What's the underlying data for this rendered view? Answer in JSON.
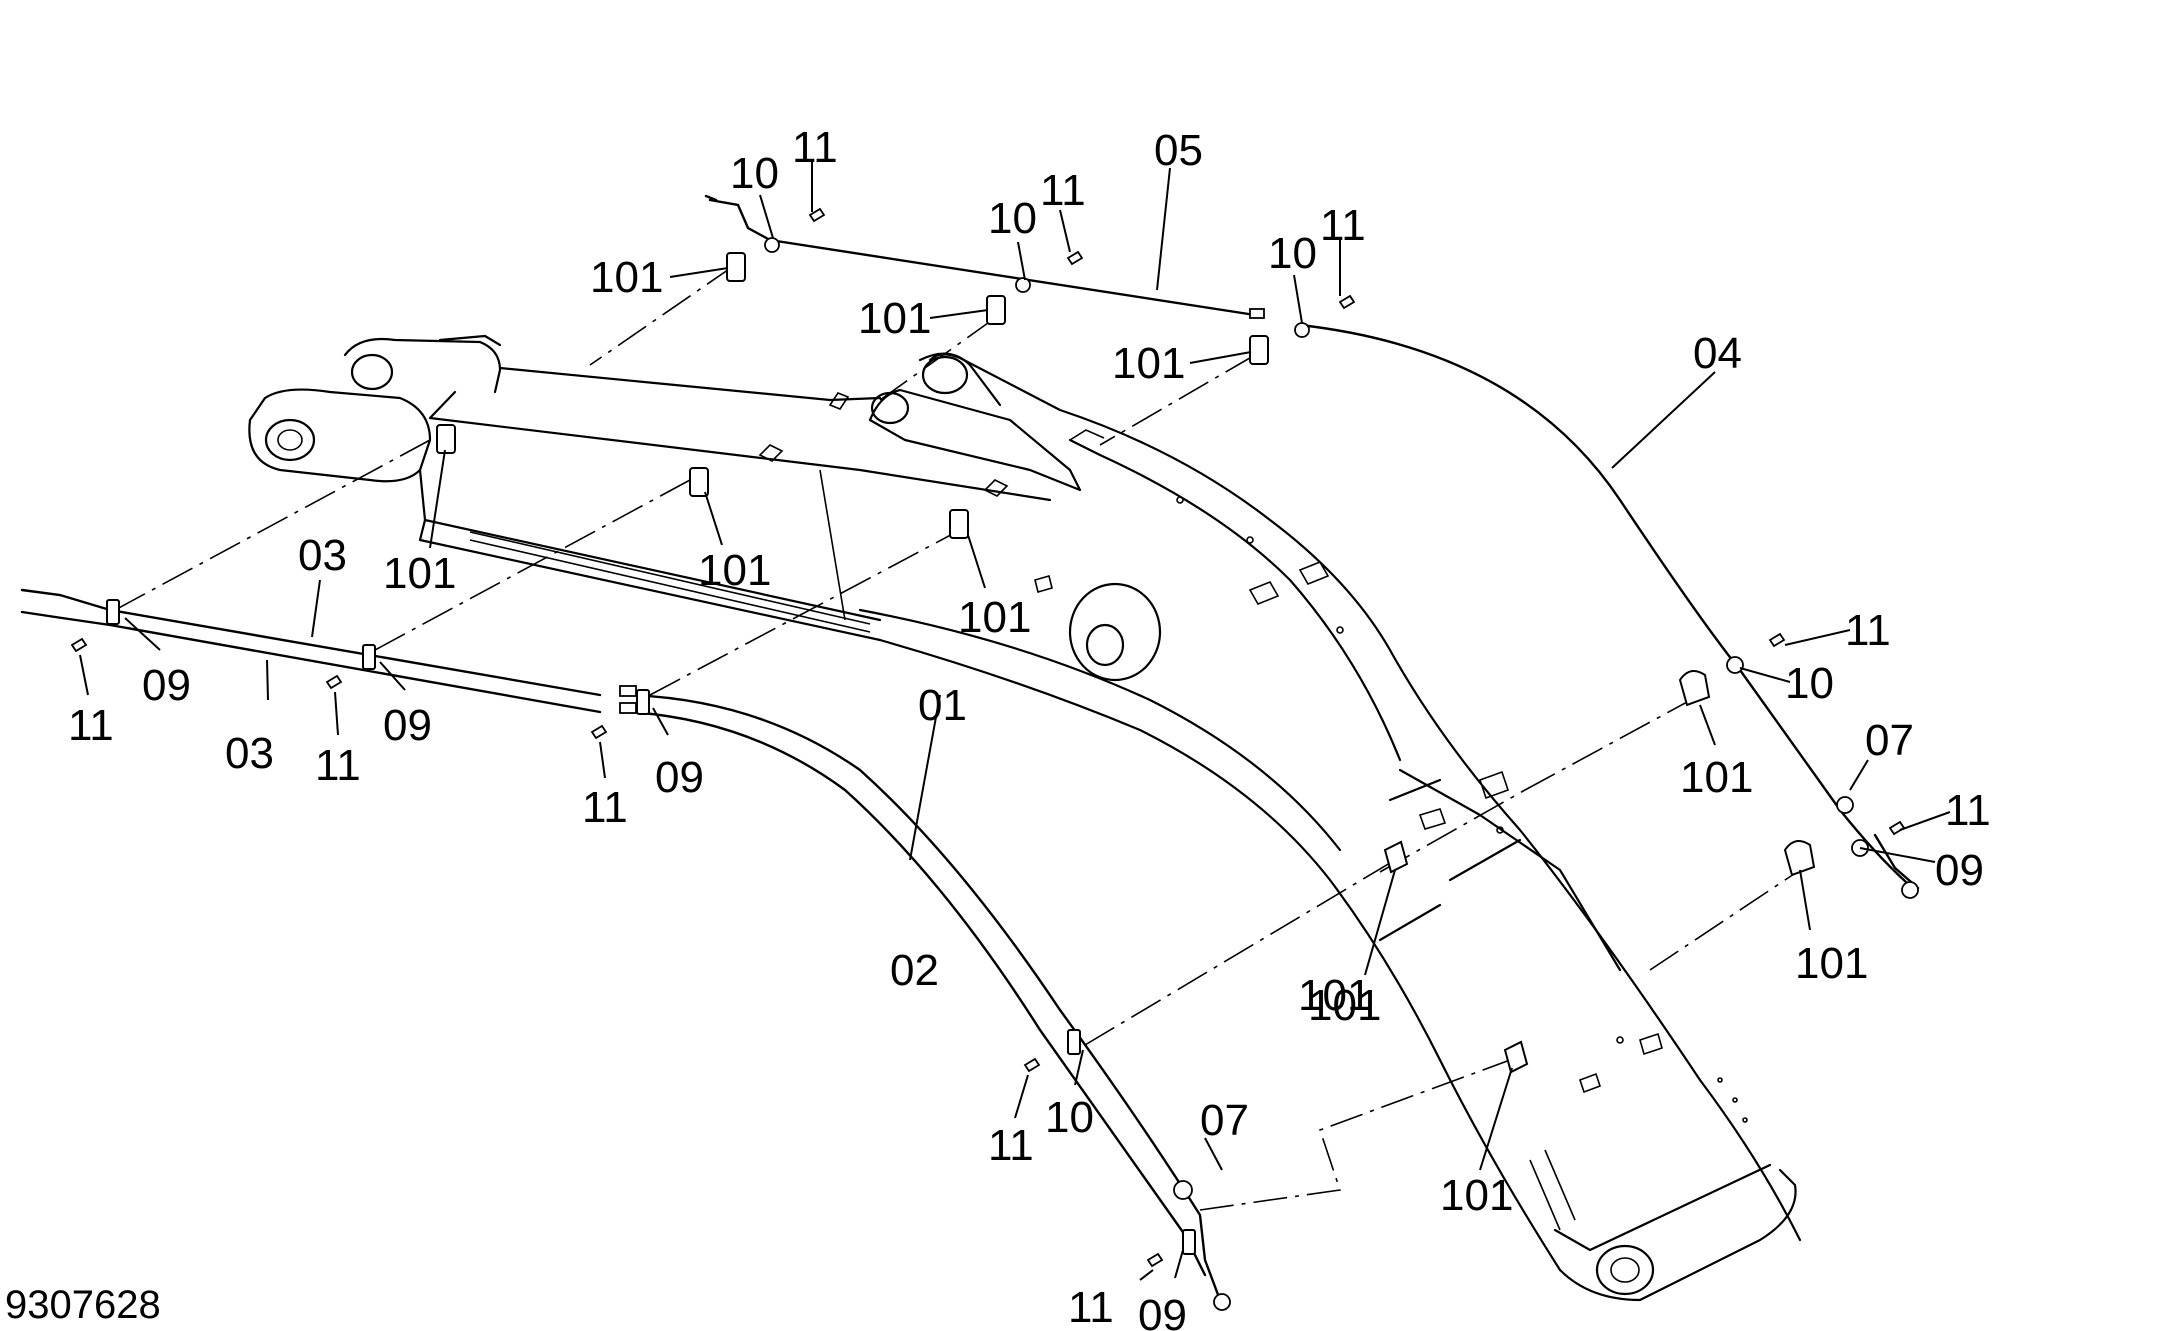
{
  "document_id": "9307628",
  "callouts": [
    "11",
    "10",
    "05",
    "11",
    "10",
    "101",
    "11",
    "10",
    "101",
    "101",
    "04",
    "03",
    "101",
    "101",
    "101",
    "03",
    "09",
    "11",
    "11",
    "09",
    "11",
    "09",
    "01",
    "02",
    "11",
    "10",
    "07",
    "101",
    "11",
    "10",
    "101",
    "101",
    "101",
    "07",
    "11",
    "09",
    "101",
    "11",
    "09"
  ]
}
